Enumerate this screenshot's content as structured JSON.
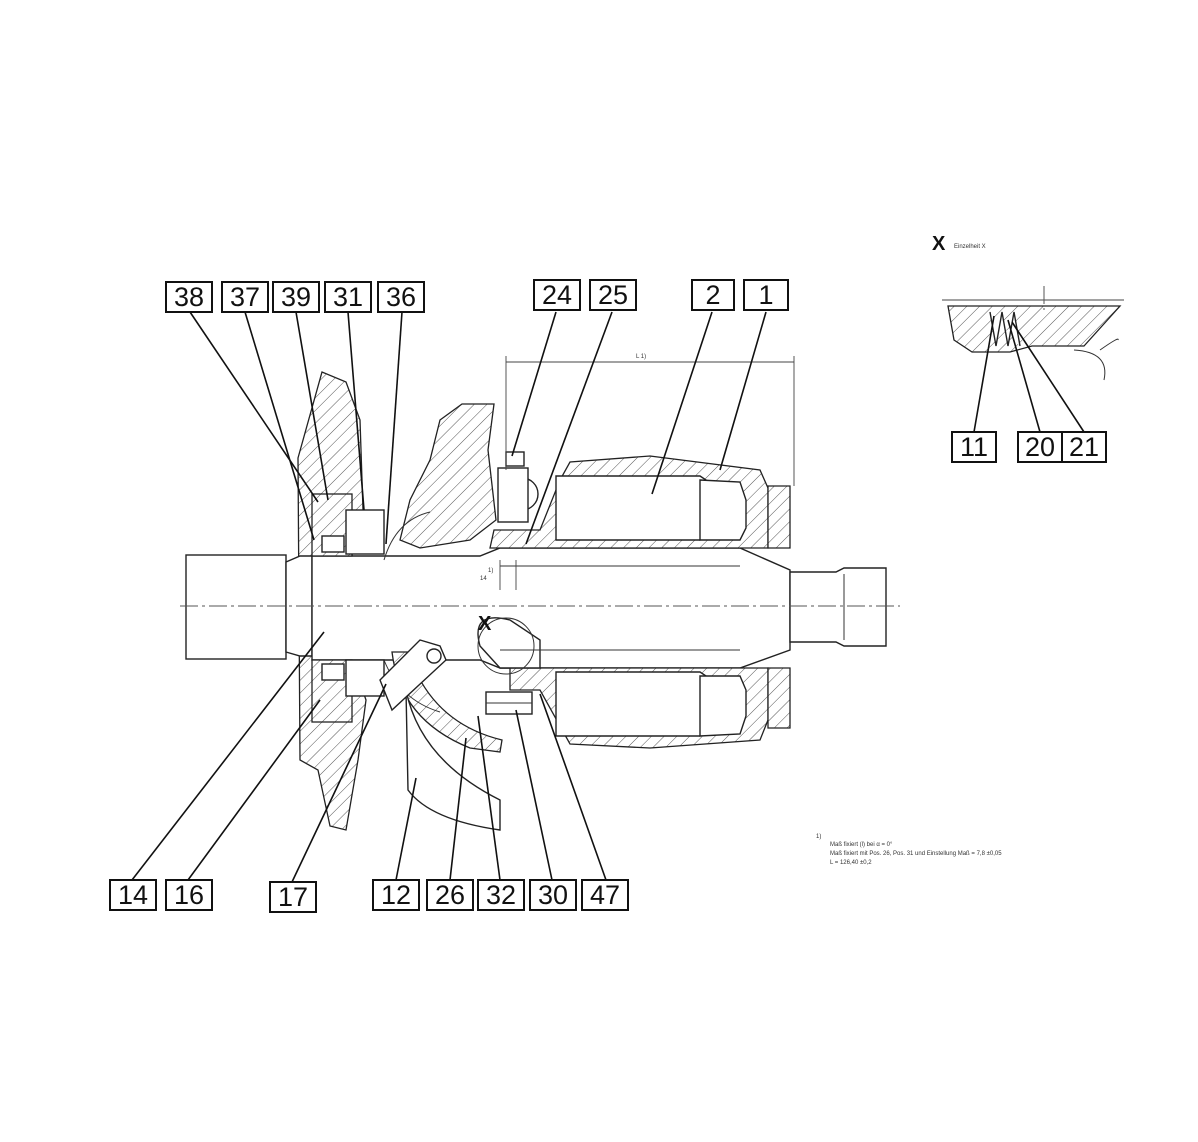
{
  "detail": {
    "label": "X",
    "caption": "Einzelheit X"
  },
  "callouts": [
    {
      "id": "c38",
      "text": "38"
    },
    {
      "id": "c37",
      "text": "37"
    },
    {
      "id": "c39",
      "text": "39"
    },
    {
      "id": "c31",
      "text": "31"
    },
    {
      "id": "c36",
      "text": "36"
    },
    {
      "id": "c24",
      "text": "24"
    },
    {
      "id": "c25",
      "text": "25"
    },
    {
      "id": "c2",
      "text": "2"
    },
    {
      "id": "c1",
      "text": "1"
    },
    {
      "id": "c11",
      "text": "11"
    },
    {
      "id": "c20",
      "text": "20"
    },
    {
      "id": "c21",
      "text": "21"
    },
    {
      "id": "c14",
      "text": "14"
    },
    {
      "id": "c16",
      "text": "16"
    },
    {
      "id": "c17",
      "text": "17"
    },
    {
      "id": "c12",
      "text": "12"
    },
    {
      "id": "c26",
      "text": "26"
    },
    {
      "id": "c32",
      "text": "32"
    },
    {
      "id": "c30",
      "text": "30"
    },
    {
      "id": "c47",
      "text": "47"
    }
  ],
  "notes": {
    "marker": "1)",
    "line1": "Maß fixiert (l) bei α = 0°",
    "line2": "Maß fixiert mit Pos. 26, Pos. 31 und Einstellung Maß = 7,8 ±0,05",
    "line3": "L = 126,40 ±0,2"
  },
  "dimension": {
    "main": "L 1)",
    "small1": "1)",
    "small2": "14"
  }
}
